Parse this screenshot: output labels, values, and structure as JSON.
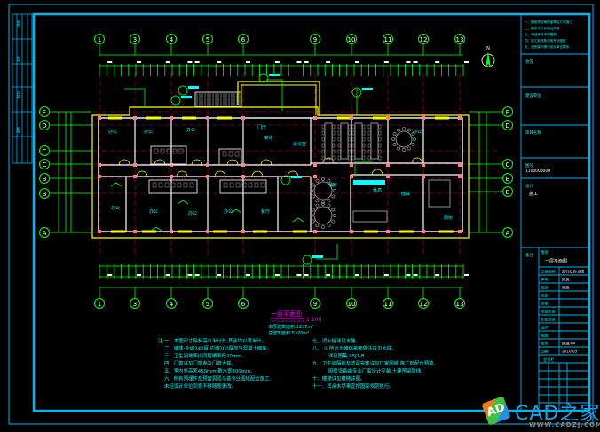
{
  "drawing": {
    "title": "一层平面图",
    "scale": "1:100",
    "area_lines": [
      "本层建筑面积:1237m²",
      "总建筑面积:5370m²"
    ],
    "axes_top": [
      "1",
      "3",
      "4",
      "5",
      "6",
      "9",
      "10",
      "11",
      "12",
      "13"
    ],
    "axes_left": [
      "E",
      "D",
      "C",
      "C",
      "B",
      "B",
      "A"
    ],
    "axes_right": [
      "E",
      "D",
      "C",
      "B",
      "B",
      "A"
    ],
    "rooms": [
      "办公",
      "办公",
      "办公",
      "会议室",
      "餐厅",
      "厨房",
      "接待",
      "门厅",
      "办公",
      "办公",
      "办公",
      "办公",
      "办公",
      "餐厅",
      "休息",
      "储藏"
    ],
    "north_label": "N"
  },
  "notes": {
    "left": [
      "注:一、本图尺寸除标高以米计外,其余均以毫米计。",
      "二、墙体:外墙240厚,内墙200厚加气混凝土砌块。",
      "三、卫生间地面比同层楼面低20mm。",
      "四、门窗详见门窗表及门窗大样。",
      "五、室内外高差450mm,散水宽800mm。",
      "六、所有预埋件及预留洞须与各专业图纸配合施工,",
      "    未经设计单位同意不得随意更改。"
    ],
    "right": [
      "七、消火栓详见水施。",
      "八、 ① 所示为墙体剖面做法详见大样。",
      "    详见图集 05J1-B",
      "九、卫生间隔断及洁具安装详见厂家图纸,施工时配合预留。",
      "    厨房设备由专业厂家设计安装,土建预留管线。",
      "十、楼梯详见楼梯详图。",
      "十一、其余未尽事宜按国家规范执行。"
    ]
  },
  "title_block": {
    "header_notes": [
      "一、图纸须经审核盖章后方可施工",
      "二、图中尺寸以标注为准",
      "三、未经许可不得复制",
      "四、施工前须核对各专业图纸",
      "五、如有疑问请与设计单位联系"
    ],
    "sections": [
      "会签",
      "建设单位",
      "项目名称",
      "图号",
      "设计",
      "备注"
    ],
    "drawing_no": "1100000000",
    "stage": "施工",
    "drawing_name_label": "图名",
    "drawing_name": "一层平面图",
    "rows": [
      {
        "k": "工程名称",
        "v": "某行政办公楼"
      },
      {
        "k": "子项",
        "v": "建筑"
      },
      {
        "k": "图别",
        "v": "建施"
      },
      {
        "k": "审定",
        "v": ""
      },
      {
        "k": "审核",
        "v": ""
      },
      {
        "k": "项目负责",
        "v": ""
      },
      {
        "k": "专业负责",
        "v": ""
      },
      {
        "k": "设计",
        "v": ""
      },
      {
        "k": "制图",
        "v": ""
      },
      {
        "k": "图号",
        "v": "建施-04"
      },
      {
        "k": "日期",
        "v": "2010.05"
      }
    ],
    "sign_header": "会签栏"
  },
  "left_strip": {
    "labels": [
      "修改",
      "会签",
      "校对",
      "审核"
    ]
  },
  "watermark": {
    "brand": "CAD之家",
    "url": "WWW.CADZJ.COM",
    "logo_letters": "AD"
  }
}
